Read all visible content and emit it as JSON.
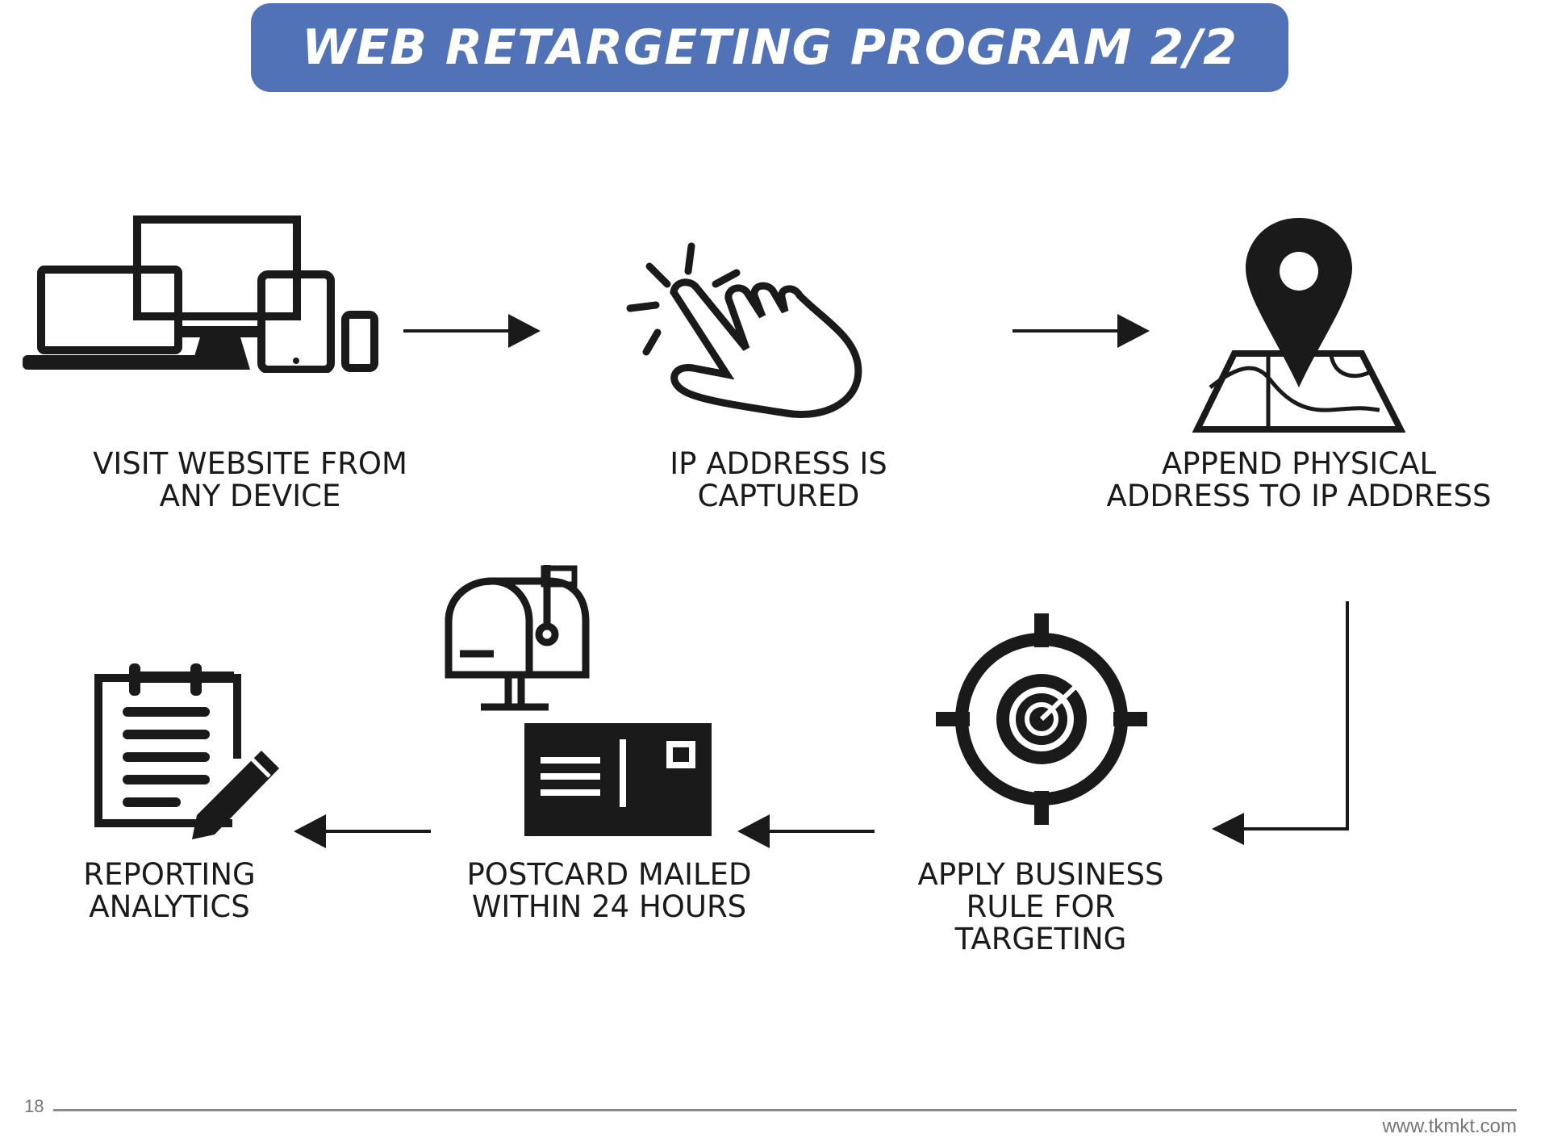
{
  "title": "WEB RETARGETING PROGRAM 2/2",
  "steps": [
    {
      "id": "visit",
      "lines": [
        "VISIT WEBSITE FROM",
        "ANY DEVICE"
      ],
      "icon": "devices-icon"
    },
    {
      "id": "ip",
      "lines": [
        "IP ADDRESS IS",
        "CAPTURED"
      ],
      "icon": "pointing-hand-icon"
    },
    {
      "id": "append",
      "lines": [
        "APPEND PHYSICAL",
        "ADDRESS TO IP ADDRESS"
      ],
      "icon": "map-pin-icon"
    },
    {
      "id": "rule",
      "lines": [
        "APPLY BUSINESS",
        "RULE FOR",
        "TARGETING"
      ],
      "icon": "crosshair-target-icon"
    },
    {
      "id": "postcard",
      "lines": [
        "POSTCARD MAILED",
        "WITHIN 24 HOURS"
      ],
      "icon": "mailbox-postcard-icon"
    },
    {
      "id": "reporting",
      "lines": [
        "REPORTING",
        "ANALYTICS"
      ],
      "icon": "clipboard-pencil-icon"
    }
  ],
  "footer": {
    "page": "18",
    "site": "www.tkmkt.com"
  },
  "colors": {
    "banner": "#5272b8",
    "icon": "#1a1a1a"
  }
}
